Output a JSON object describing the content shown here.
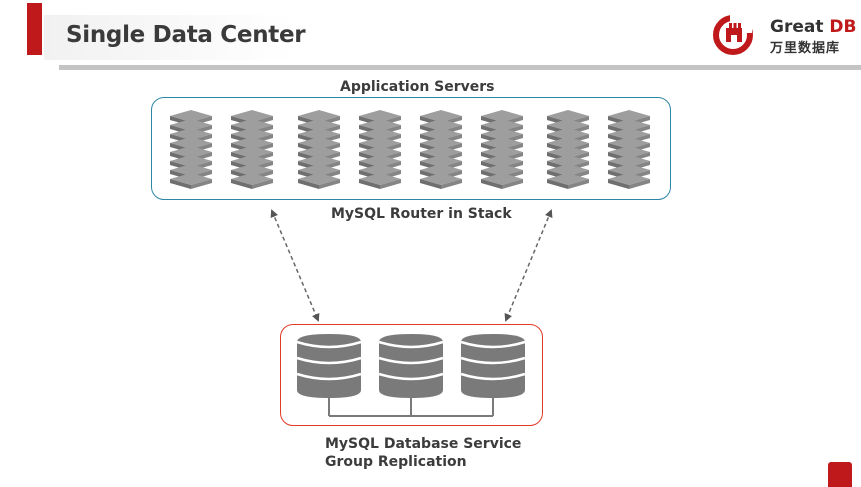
{
  "slide": {
    "title": "Single Data Center"
  },
  "logo": {
    "brand_latin_prefix": "Great",
    "brand_latin_suffix": "DB",
    "brand_chinese": "万里数据库",
    "icon": "greatdb-logo-icon"
  },
  "diagram": {
    "app_servers_label": "Application Servers",
    "router_label": "MySQL Router in Stack",
    "db_service_line1": "MySQL Database Service",
    "db_service_line2": "Group Replication",
    "server_count": 8,
    "database_count": 3,
    "connections": "dashed bidirectional arrows between MySQL Router and Group Replication",
    "colors": {
      "app_box_border": "#2e86a5",
      "db_box_border": "#e33a26",
      "server_gray": "#7a7a7a",
      "accent_red": "#c0191b"
    }
  }
}
